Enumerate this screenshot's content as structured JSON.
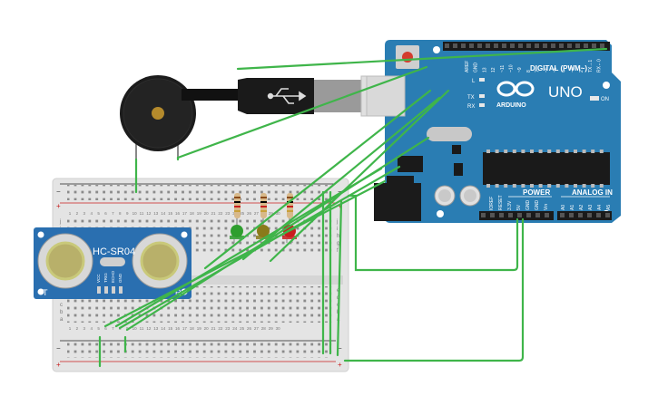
{
  "sensor": {
    "model": "HC-SR04",
    "left_mark": "T",
    "right_mark": "R",
    "pins": [
      "VCC",
      "TRIG",
      "ECHO",
      "GND"
    ]
  },
  "arduino": {
    "model_label": "UNO",
    "brand_label": "ARDUINO",
    "digital_label": "DIGITAL (PWM~)",
    "power_label": "POWER",
    "analog_label": "ANALOG IN",
    "on_label": "ON",
    "l_label": "L",
    "tx_label": "TX",
    "rx_label": "RX",
    "top_pins": [
      "AREF",
      "GND",
      "13",
      "12",
      "~11",
      "~10",
      "~9",
      "8",
      "7",
      "~6",
      "~5",
      "4",
      "~3",
      "2",
      "TX→1",
      "RX←0"
    ],
    "power_pins": [
      "IOREF",
      "RESET",
      "3.3V",
      "5V",
      "GND",
      "GND",
      "Vin"
    ],
    "analog_pins": [
      "A0",
      "A1",
      "A2",
      "A3",
      "A4",
      "A5"
    ]
  },
  "breadboard": {
    "row_letters_top": [
      "j",
      "i",
      "h",
      "g",
      "f"
    ],
    "row_letters_bottom": [
      "e",
      "d",
      "c",
      "b",
      "a"
    ],
    "plus_label": "+",
    "minus_label": "−",
    "column_numbers": [
      "1",
      "2",
      "3",
      "4",
      "5",
      "6",
      "7",
      "8",
      "9",
      "10",
      "11",
      "12",
      "13",
      "14",
      "15",
      "16",
      "17",
      "18",
      "19",
      "20",
      "21",
      "22",
      "23",
      "24",
      "25",
      "26",
      "27",
      "28",
      "29",
      "30"
    ]
  },
  "leds": [
    {
      "color": "#2e9e2e",
      "name": "green"
    },
    {
      "color": "#8a7a1a",
      "name": "yellow"
    },
    {
      "color": "#c81e1e",
      "name": "red"
    }
  ],
  "colors": {
    "wire": "#3fb54a",
    "board": "#2a7db3",
    "breadboard": "#e6e6e6",
    "sensor": "#2a6fb0"
  }
}
